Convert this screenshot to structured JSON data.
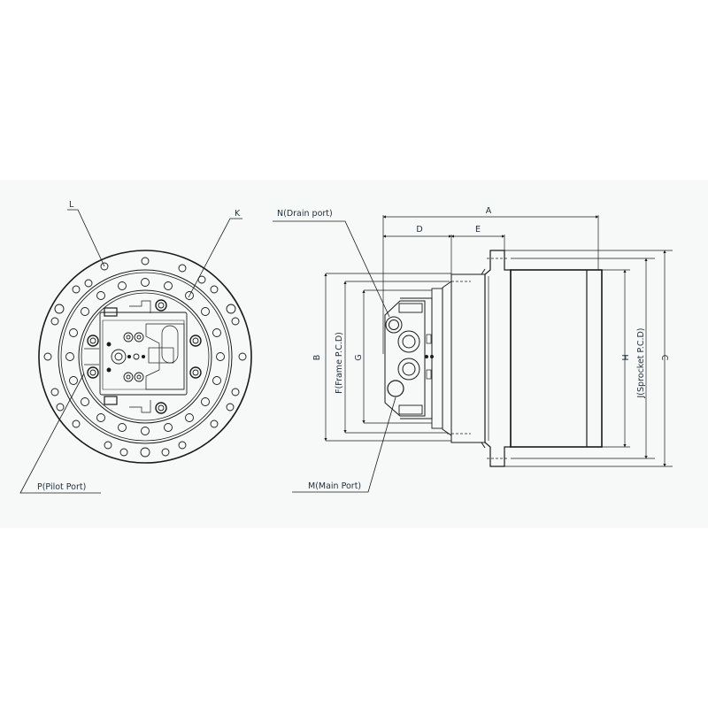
{
  "drawing": {
    "background_color": "#f7f9f9",
    "line_color": "#1a1a1a",
    "text_color": "#1e2d3a",
    "front_view": {
      "labels": {
        "L": "L",
        "K": "K",
        "P": "P(Pilot Port)"
      }
    },
    "side_view": {
      "callouts": {
        "N": "N(Drain port)",
        "M": "M(Main Port)"
      },
      "dimensions": {
        "A": "A",
        "B": "B",
        "C": "C",
        "D": "D",
        "E": "E",
        "F": "F(Frame P.C.D)",
        "G": "G",
        "H": "H",
        "J": "J(Sprocket P.C.D)"
      }
    }
  }
}
